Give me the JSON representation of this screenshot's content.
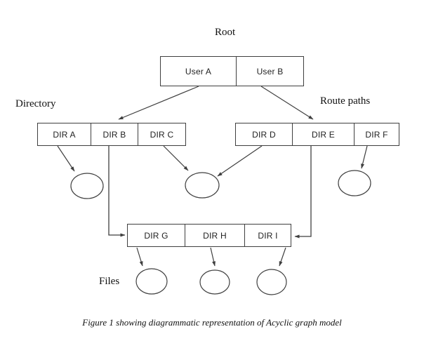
{
  "diagram": {
    "labels": {
      "root": "Root",
      "directory": "Directory",
      "route_paths": "Route paths",
      "files": "Files"
    },
    "caption": "Figure 1 showing diagrammatic representation of Acyclic graph model",
    "boxes": {
      "user": {
        "cells": [
          "User  A",
          "User B"
        ]
      },
      "left_dir": {
        "cells": [
          "DIR A",
          "DIR B",
          "DIR C"
        ]
      },
      "right_dir": {
        "cells": [
          "DIR D",
          "DIR E",
          "DIR F"
        ]
      },
      "bottom_dir": {
        "cells": [
          "DIR G",
          "DIR H",
          "DIR I"
        ]
      }
    },
    "file_nodes_count": "6",
    "colors": {
      "line": "#3f3f3f",
      "text": "#1f1f1f",
      "background": "#ffffff"
    }
  }
}
